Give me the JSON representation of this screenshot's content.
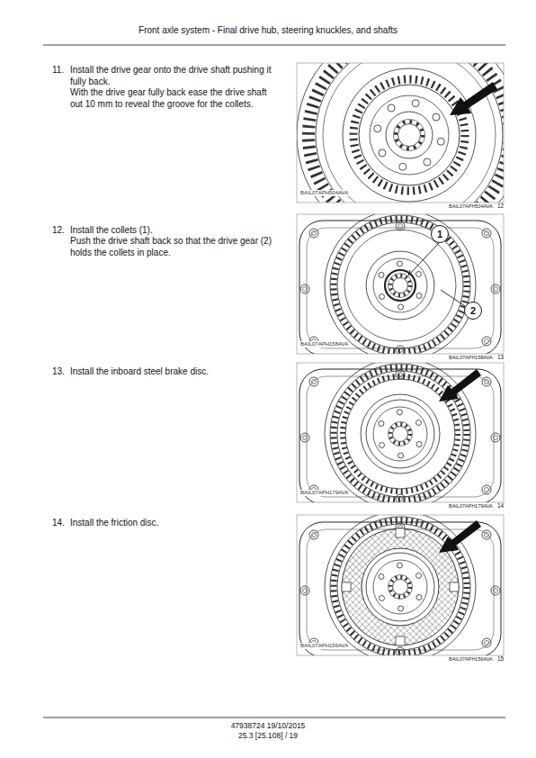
{
  "diagram": {
    "title": "Front axle system - Final drive hub, steering knuckles, and shafts",
    "labels": [
      "11.",
      "Install the drive gear onto the drive shaft pushing it fully back.",
      "With the drive gear fully back ease the drive shaft out 10 mm to reveal the groove for the collets.",
      "BAIL07APH504AVA",
      "BAIL07APH504AVA",
      "12",
      "12.",
      "Install the collets (1).",
      "Push the drive shaft back so that the drive gear (2) holds the collets in place.",
      "1",
      "2",
      "BAIL07APH158AVA",
      "BAIL07APH158AVA",
      "13",
      "13.",
      "Install the inboard steel brake disc.",
      "BAIL07APH179AVA",
      "BAIL07APH179AVA",
      "14",
      "14.",
      "Install the friction disc.",
      "BAIL07APH156AVA",
      "BAIL07APH156AVA",
      "15",
      "47938724 19/10/2015",
      "25.3 [25.108] / 19"
    ]
  }
}
